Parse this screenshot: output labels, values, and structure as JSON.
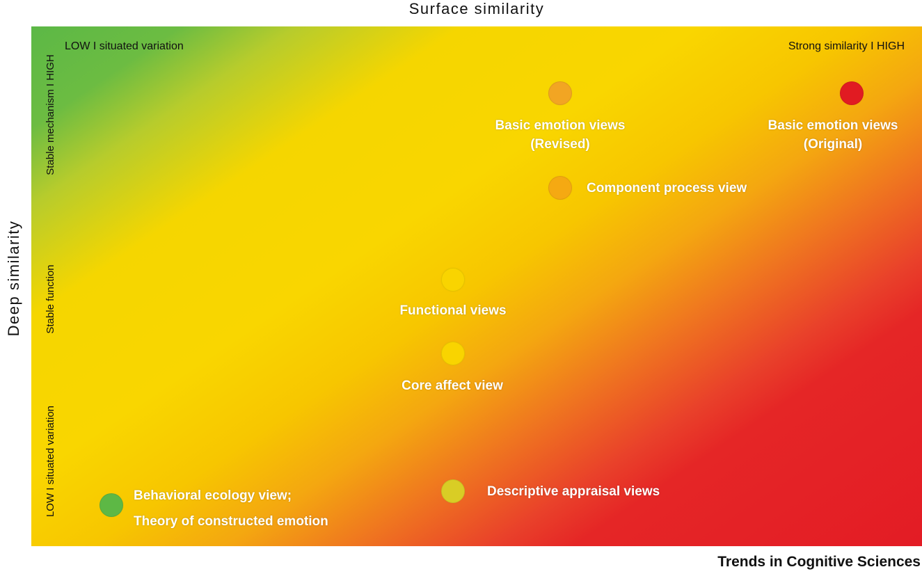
{
  "axes": {
    "top_title": "Surface similarity",
    "left_title": "Deep similarity",
    "top_left_label": "LOW  I  situated variation",
    "top_right_label": "Strong similarity I HIGH",
    "y_levels": [
      "Stable mechanism I HIGH",
      "Stable function",
      "LOW  I  situated variation"
    ]
  },
  "nodes": [
    {
      "lines": [
        "Basic emotion views",
        "(Revised)"
      ],
      "color": "#f2a523"
    },
    {
      "lines": [
        "Basic emotion views",
        "(Original)"
      ],
      "color": "#e11b22"
    },
    {
      "lines": [
        "Component process view"
      ],
      "color": "#f5a912"
    },
    {
      "lines": [
        "Functional views"
      ],
      "color": "#f9d400"
    },
    {
      "lines": [
        "Core affect view"
      ],
      "color": "#f9d400"
    },
    {
      "lines": [
        "Behavioral ecology view;",
        "Theory of constructed emotion"
      ],
      "color": "#5db845"
    },
    {
      "lines": [
        "Descriptive appraisal views"
      ],
      "color": "#d9cd25"
    }
  ],
  "footer": "Trends in Cognitive Sciences"
}
